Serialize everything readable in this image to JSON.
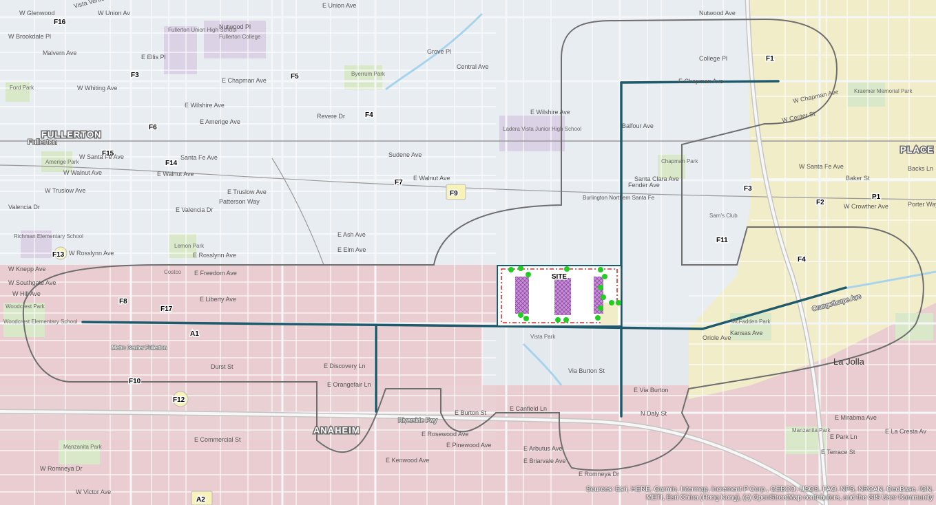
{
  "city_labels": [
    {
      "id": "fullerton",
      "text": "FULLERTON"
    },
    {
      "id": "fullerton2",
      "text": "Fullerton"
    },
    {
      "id": "anaheim",
      "text": "ANAHEIM"
    },
    {
      "id": "placentia",
      "text": "PLACE"
    },
    {
      "id": "lajolla",
      "text": "La Jolla"
    }
  ],
  "site_label": "SITE",
  "markers": [
    "F16",
    "F3",
    "F5",
    "F4",
    "F6",
    "F15",
    "F14",
    "F7",
    "F9",
    "F13",
    "F8",
    "F17",
    "A1",
    "F10",
    "F12",
    "A2",
    "F1",
    "F3",
    "F2",
    "P1",
    "F11",
    "F4"
  ],
  "road_labels": [
    "W Glenwood",
    "Vista Verde",
    "W Union Av",
    "E Union Ave",
    "Nutwood Ave",
    "Nutwood Pl",
    "W Brookdale Pl",
    "Malvern Ave",
    "E Ellis Pl",
    "Grove Pl",
    "Central Ave",
    "E Chapman Ave",
    "W Whiting Ave",
    "E Wilshire Ave",
    "E Amerige Ave",
    "Revere Dr",
    "E Wilshire Ave",
    "Balfour Ave",
    "College Pl",
    "E Chapman Ave",
    "W Chapman Ave",
    "W Center St",
    "Sudene Ave",
    "E Walnut Ave",
    "W Santa Fe Ave",
    "Santa Fe Ave",
    "W Walnut Ave",
    "E Walnut Ave",
    "W Truslow Ave",
    "E Truslow Ave",
    "Patterson Way",
    "E Valencia Dr",
    "Valencia Dr",
    "Fender Ave",
    "Santa Clara Ave",
    "W Santa Fe Ave",
    "Baker St",
    "Burlington Northern Santa Fe",
    "E Ash Ave",
    "E Elm Ave",
    "W Rosslynn Ave",
    "E Rosslynn Ave",
    "W Knepp Ave",
    "W Southgate Ave",
    "W Hill Ave",
    "E Freedom Ave",
    "E Liberty Ave",
    "Durst St",
    "E Discovery Ln",
    "E Orangefair Ln",
    "Via Burton St",
    "E Via Burton",
    "N Daly St",
    "Riverside Fwy",
    "E Burton St",
    "E Canfield Ln",
    "E Commercial St",
    "E Rosewood Ave",
    "E Pinewood Ave",
    "E Kenwood Ave",
    "E Arbutus Ave",
    "E Briarvale Ave",
    "E Romneya Dr",
    "W Romneya Dr",
    "W Victor Ave",
    "E Park Ln",
    "E Terrace St",
    "E Mirabma Ave",
    "E La Cresta Av",
    "Oriole Ave",
    "Kansas Ave",
    "W Crowther Ave",
    "Porter Way",
    "Backs Ln",
    "Orangethorpe Ave"
  ],
  "poi_labels": [
    "Fullerton Union High School",
    "Fullerton College",
    "Byerrum Park",
    "Ladera Vista Junior High School",
    "Ford Park",
    "Amerige Park",
    "Richman Elementary School",
    "Lemon Park",
    "Costco",
    "Woodcrest Park",
    "Woodcrest Elementary School",
    "Metro Center Fullerton",
    "Vista Park",
    "Chapman Park",
    "Sam's Club",
    "Kraemer Memorial Park",
    "McFadden Park",
    "Manzanita Park",
    "Manzanita Park"
  ],
  "attribution": {
    "line1": "Sources: Esri, HERE, Garmin, Intermap, increment P Corp., GEBCO, USGS, FAO, NPS, NRCAN, GeoBase, IGN,",
    "line2": "METI, Esri China (Hong Kong), (c) OpenStreetMap contributors, and the GIS User Community"
  },
  "colors": {
    "route": "#1e5a6b",
    "buffer": "#6e6e6e",
    "site_boundary": "#d32f2f",
    "building": "#a367b5",
    "tree": "#22cc22",
    "anaheim_zone": "#eac9cc",
    "placentia_zone": "#f2eec8",
    "fullerton_zone": "#e8edf2"
  }
}
